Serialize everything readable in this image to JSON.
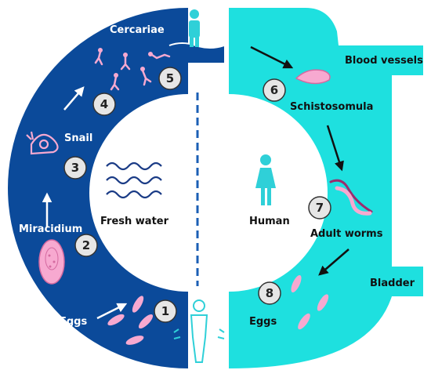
{
  "colors": {
    "left_ring": "#0b4a9a",
    "right_ring": "#1ee0df",
    "pink": "#f7a9d0",
    "pink_dark": "#d46aa0",
    "arrow_white": "#ffffff",
    "arrow_black": "#111111",
    "water_wave": "#1b3c86",
    "person": "#2fd0d8"
  },
  "labels": {
    "cercariae": "Cercariae",
    "snail": "Snail",
    "miracidium": "Miracidium",
    "eggs_left": "Eggs",
    "fresh_water": "Fresh water",
    "human": "Human",
    "blood_vessels": "Blood vessels",
    "schistosomula": "Schistosomula",
    "adult_worms": "Adult worms",
    "bladder": "Bladder",
    "eggs_right": "Eggs"
  },
  "steps": {
    "s1": "1",
    "s2": "2",
    "s3": "3",
    "s4": "4",
    "s5": "5",
    "s6": "6",
    "s7": "7",
    "s8": "8"
  }
}
